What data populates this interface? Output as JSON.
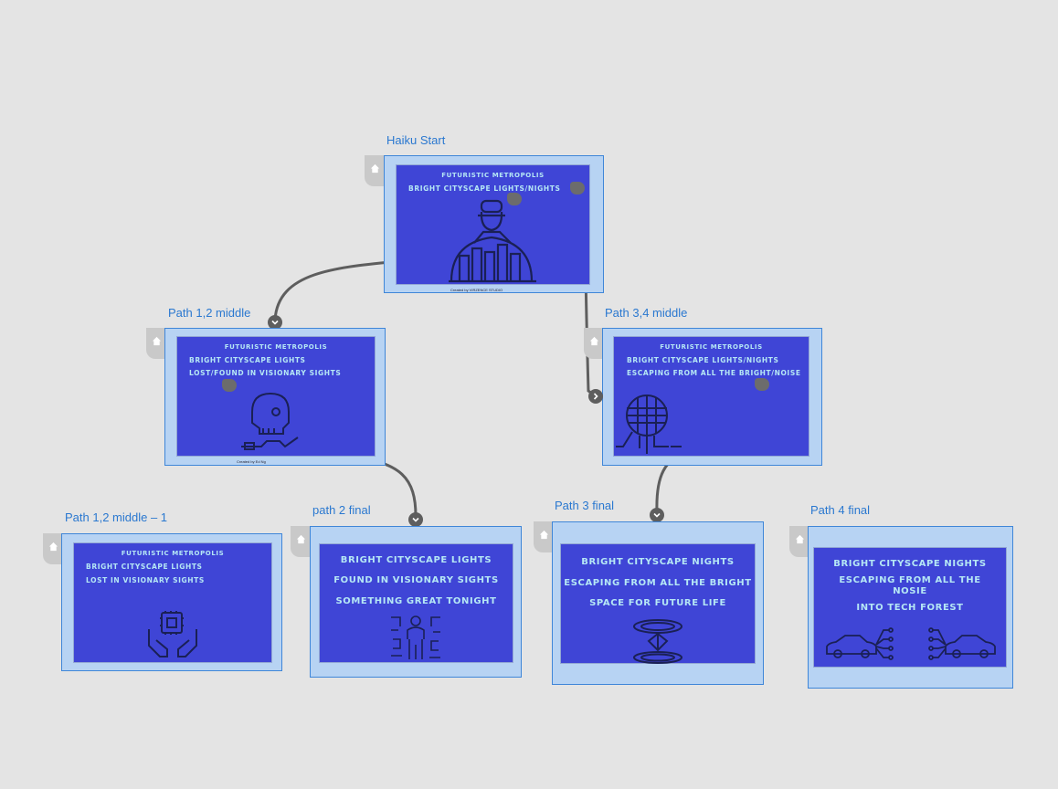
{
  "cards": {
    "haiku_start": {
      "title": "Haiku Start",
      "lines": [
        "Futuristic Metropolis",
        "Bright Cityscape Lights/Nights"
      ],
      "credit": "Created by VIRZENCE STUDIO"
    },
    "path12_middle": {
      "title": "Path 1,2 middle",
      "lines": [
        "Futuristic Metropolis",
        "Bright Cityscape  Lights",
        "Lost/Found  in Visionary Sights"
      ],
      "credit": "Created by Ed Ng"
    },
    "path34_middle": {
      "title": "Path 3,4 middle",
      "lines": [
        "Futuristic Metropolis",
        "Bright Cityscape Lights/Nights",
        "Escaping From All The Bright/Noise"
      ]
    },
    "path12_middle_1": {
      "title": "Path 1,2 middle – 1",
      "lines": [
        "Futuristic Metropolis",
        "Bright Cityscape  Lights",
        "Lost in Visionary Sights"
      ]
    },
    "path2_final": {
      "title": "path 2 final",
      "lines": [
        "Bright Cityscape Lights",
        "Found in Visionary Sights",
        "Something Great Tonight"
      ]
    },
    "path3_final": {
      "title": "Path 3 final",
      "lines": [
        "Bright Cityscape Nights",
        "Escaping From All The Bright",
        "Space for future life"
      ]
    },
    "path4_final": {
      "title": "Path 4 final",
      "lines": [
        "Bright Cityscape Nights",
        "Escaping From All The Nosie",
        "into tech forest"
      ]
    }
  },
  "icons": {
    "home": "home-icon",
    "anchor": "chevron-down-icon",
    "entry": "chevron-right-icon"
  },
  "colors": {
    "background": "#e4e4e4",
    "card_bg": "#b7d3f3",
    "card_border": "#3f86d8",
    "slide_bg": "#3f45d6",
    "slide_text": "#b5e7f5",
    "title": "#2a78d0",
    "connector": "#5e5e5e"
  }
}
